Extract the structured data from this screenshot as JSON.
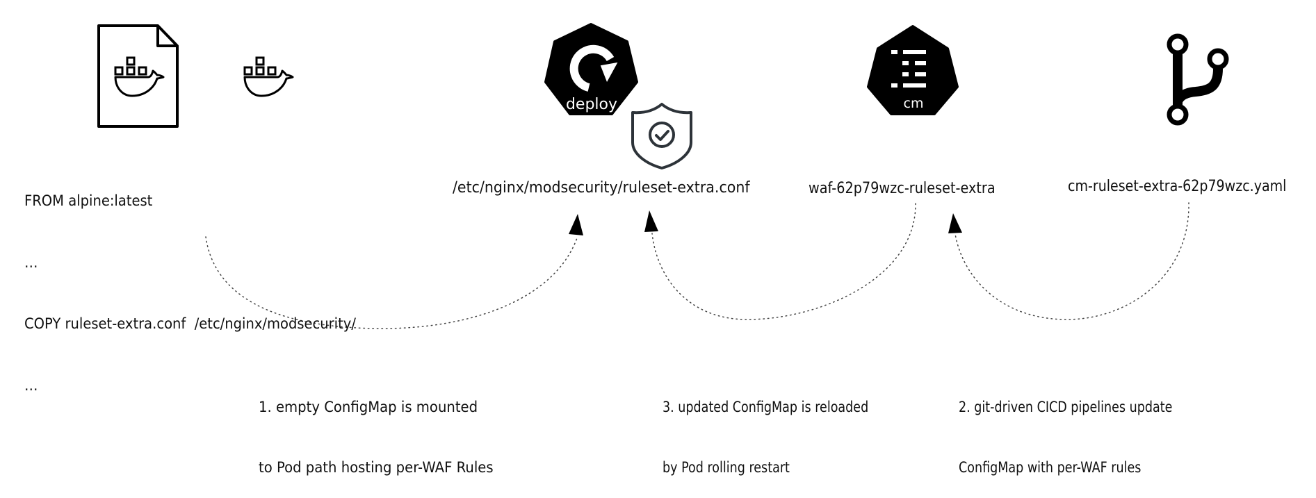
{
  "diagram": {
    "nodes": [
      {
        "id": "dockerfile",
        "icon": "dockerfile-icon",
        "lines": [
          "FROM alpine:latest",
          "…",
          "COPY ruleset-extra.conf  /etc/nginx/modsecurity/",
          "…"
        ]
      },
      {
        "id": "docker-image",
        "icon": "docker-whale-icon"
      },
      {
        "id": "deployment",
        "icon": "k8s-deploy-icon",
        "icon_label": "deploy",
        "badge_icon": "shield-check-icon",
        "label": "/etc/nginx/modsecurity/ruleset-extra.conf"
      },
      {
        "id": "configmap",
        "icon": "k8s-configmap-icon",
        "icon_label": "cm",
        "label": "waf-62p79wzc-ruleset-extra"
      },
      {
        "id": "git",
        "icon": "git-branch-icon",
        "label": "cm-ruleset-extra-62p79wzc.yaml"
      }
    ],
    "edges": [
      {
        "from": "dockerfile",
        "to": "deployment",
        "style": "dotted",
        "caption": [
          "1. empty ConfigMap is mounted",
          "to Pod path hosting per-WAF Rules"
        ]
      },
      {
        "from": "configmap",
        "to": "deployment",
        "style": "dotted",
        "caption": [
          "3. updated ConfigMap is reloaded",
          "by Pod rolling restart"
        ]
      },
      {
        "from": "git",
        "to": "configmap",
        "style": "dotted",
        "caption": [
          "2. git-driven CICD pipelines update",
          "ConfigMap with per-WAF rules"
        ]
      }
    ]
  },
  "colors": {
    "icon_fill": "#000000",
    "shield_stroke": "#2d3339",
    "text": "#111111",
    "background": "#ffffff"
  }
}
